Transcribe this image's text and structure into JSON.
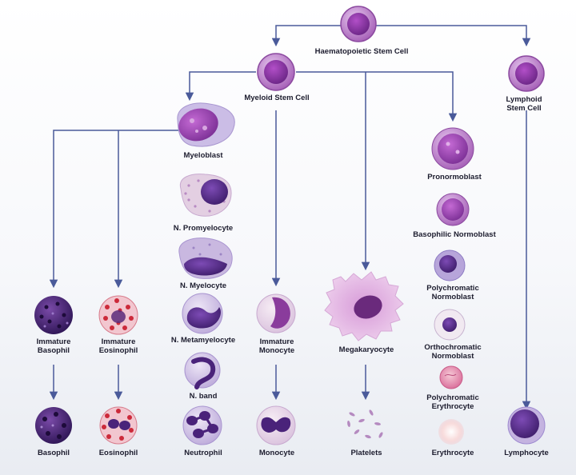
{
  "colors": {
    "arrow": "#4a5a9a",
    "stem": "#a35cb5",
    "nucleus_dark": "#4a237a",
    "nucleus_mid": "#6a3aa0",
    "cyto_pink": "#e6cfe6",
    "cyto_lavender": "#c6b6e0",
    "eosin_red": "#cc2a3a",
    "erythrocyte": "#f6d6d6"
  },
  "labels": {
    "hsc": "Haematopoietic Stem Cell",
    "myeloid_stem": "Myeloid Stem Cell",
    "lymphoid_stem": "Lymphoid Stem Cell",
    "myeloblast": "Myeloblast",
    "n_promyelocyte": "N. Promyelocyte",
    "n_myelocyte": "N. Myelocyte",
    "n_metamyelocyte": "N. Metamyelocyte",
    "n_band": "N. band",
    "neutrophil": "Neutrophil",
    "immature_basophil": "Immature\nBasophil",
    "basophil": "Basophil",
    "immature_eosinophil": "Immature\nEosinophil",
    "eosinophil": "Eosinophil",
    "immature_monocyte": "Immature\nMonocyte",
    "monocyte": "Monocyte",
    "megakaryocyte": "Megakaryocyte",
    "platelets": "Platelets",
    "pronormoblast": "Pronormoblast",
    "basophilic_normoblast": "Basophilic Normoblast",
    "polychromatic_normoblast": "Polychromatic\nNormoblast",
    "orthochromatic_normoblast": "Orthochromatic\nNormoblast",
    "polychromatic_erythrocyte": "Polychromatic\nErythrocyte",
    "erythrocyte": "Erythrocyte",
    "lymphocyte": "Lymphocyte"
  }
}
